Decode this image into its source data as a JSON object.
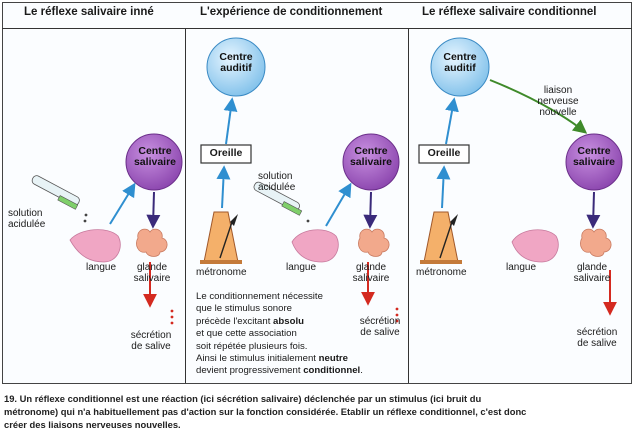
{
  "panels": [
    {
      "title": "Le réflexe salivaire inné"
    },
    {
      "title": "L'expérience de conditionnement"
    },
    {
      "title": "Le réflexe salivaire conditionnel"
    }
  ],
  "labels": {
    "centre_auditif": "Centre auditif",
    "centre_salivaire": "Centre salivaire",
    "oreille": "Oreille",
    "solution_acidulee": "solution acidulée",
    "langue": "langue",
    "glande_salivaire": "glande salivaire",
    "secretion_de_salive": "sécrétion de salive",
    "metronome": "métronome",
    "liaison_nouvelle": "liaison nerveuse nouvelle"
  },
  "note": {
    "line1": "Le conditionnement nécessite",
    "line2": "que le stimulus sonore",
    "line3": "précède l'excitant",
    "line3_bold": "absolu",
    "line4": "et que cette association",
    "line5": "soit répétée plusieurs fois.",
    "line6": "Ainsi le stimulus initialement",
    "line6_bold": "neutre",
    "line7": "devient progressivement",
    "line7_bold": "conditionnel",
    "line7_end": "."
  },
  "caption": {
    "line1": "19. Un réflexe conditionnel est une réaction (ici sécrétion salivaire) déclenchée par un stimulus (ici bruit du",
    "line2": "métronome) qui n'a habituellement pas d'action sur la fonction considérée. Etablir un réflexe conditionnel, c'est donc",
    "line3": "créer des liaisons nerveuses nouvelles."
  },
  "colors": {
    "auditif_fill": "#a9d6f2",
    "salivaire_fill": "#a05bbf",
    "langue_fill": "#f0a6c4",
    "glande_fill": "#f2a98c",
    "arrow_blue": "#2f8fd0",
    "arrow_purple": "#3a2a7a",
    "arrow_red": "#d42a20",
    "arrow_green": "#3f8a2a",
    "metronome_fill": "#f4b06a"
  }
}
